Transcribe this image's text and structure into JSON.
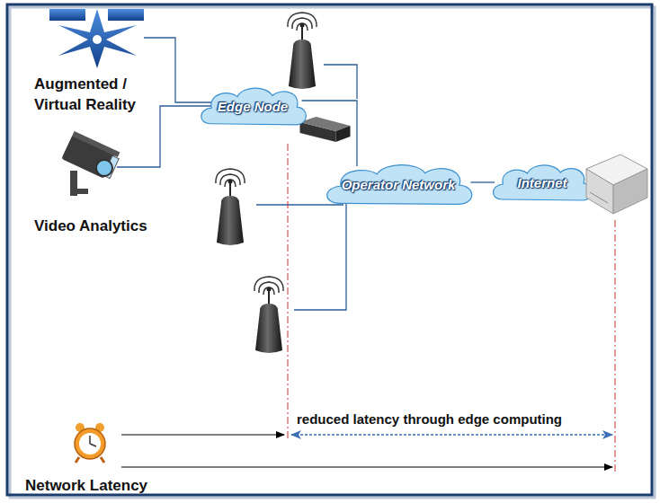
{
  "diagram": {
    "nodes": [
      {
        "text": [
          "Edge Node"
        ]
      },
      {
        "text": [
          "Operator Network"
        ]
      },
      {
        "text": [
          "Internet"
        ]
      }
    ],
    "edges": [
      {
        "from": 0,
        "to": 1,
        "arrow": "none"
      },
      {
        "from": 1,
        "to": 2,
        "arrow": "none"
      }
    ],
    "labels": [
      "Augmented / Virtual Reality",
      "Video Analytics",
      "reduced latency through edge computing",
      "Network Latency"
    ]
  }
}
